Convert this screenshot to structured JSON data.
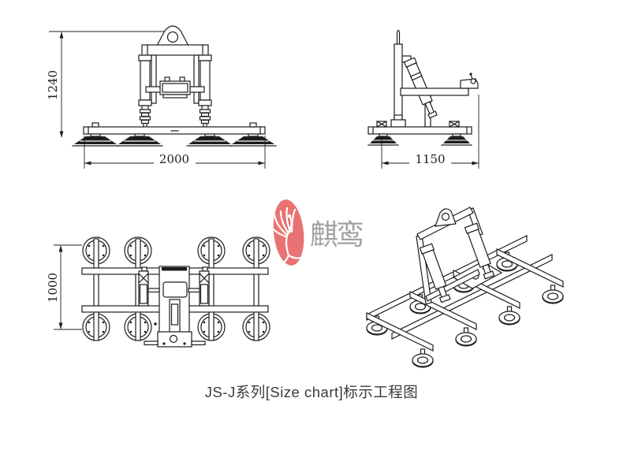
{
  "page": {
    "background": "#ffffff",
    "caption": "JS-J系列[Size chart]标示工程图"
  },
  "views": {
    "front": {
      "dim_height": "1240",
      "dim_width": "2000"
    },
    "side": {
      "dim_width": "1150"
    },
    "plan": {
      "dim_depth": "1000"
    },
    "iso": {}
  },
  "watermark": {
    "brand_text": "麒鸾",
    "oval_color": "#e5605f",
    "text_color": "#a2a2a2"
  },
  "colors": {
    "line": "#1d1d1f",
    "caption_text": "#3a3a3a"
  }
}
